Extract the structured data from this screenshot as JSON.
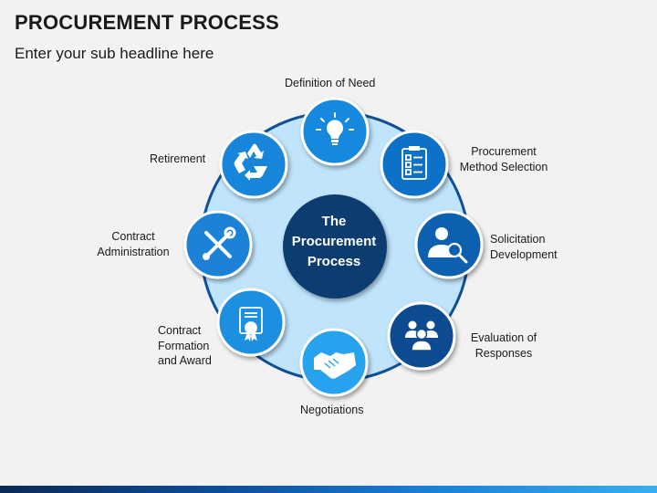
{
  "header": {
    "title": "PROCUREMENT PROCESS",
    "subtitle": "Enter your sub headline here"
  },
  "center": {
    "label": "The\nProcurement\nProcess"
  },
  "steps": [
    {
      "label": "Definition of Need",
      "icon": "lightbulb-icon"
    },
    {
      "label": "Procurement\nMethod Selection",
      "icon": "checklist-clipboard-icon"
    },
    {
      "label": "Solicitation\nDevelopment",
      "icon": "person-magnifier-icon"
    },
    {
      "label": "Evaluation of\nResponses",
      "icon": "group-people-icon"
    },
    {
      "label": "Negotiations",
      "icon": "handshake-icon"
    },
    {
      "label": "Contract\nFormation\nand Award",
      "icon": "certificate-award-icon"
    },
    {
      "label": "Contract\nAdministration",
      "icon": "wrench-tools-icon"
    },
    {
      "label": "Retirement",
      "icon": "recycle-icon"
    }
  ],
  "colors": {
    "ring_fill": "#bfe4fb",
    "ring_stroke": "#0f4f96",
    "center_fill": "#0d3e70",
    "node_fills": [
      "#1588dd",
      "#1172c7",
      "#0c5fb0",
      "#0d4b90",
      "#26a2ee",
      "#1b8fe1",
      "#1c82d8",
      "#1585da"
    ]
  }
}
